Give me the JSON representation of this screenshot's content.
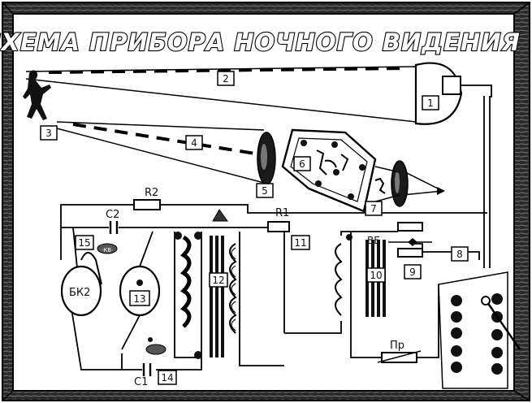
{
  "title": "СХЕМА ПРИБОРА НОЧНОГО ВИДЕНИЯ",
  "numbered_labels": [
    "1",
    "2",
    "3",
    "4",
    "5",
    "6",
    "7",
    "8",
    "9",
    "10",
    "11",
    "12",
    "13",
    "14",
    "15"
  ],
  "component_labels": {
    "r1": "R1",
    "r2": "R2",
    "c1": "C1",
    "c2": "C2",
    "bk2": "БК2",
    "pr": "Пр",
    "vb": "ВБ"
  }
}
